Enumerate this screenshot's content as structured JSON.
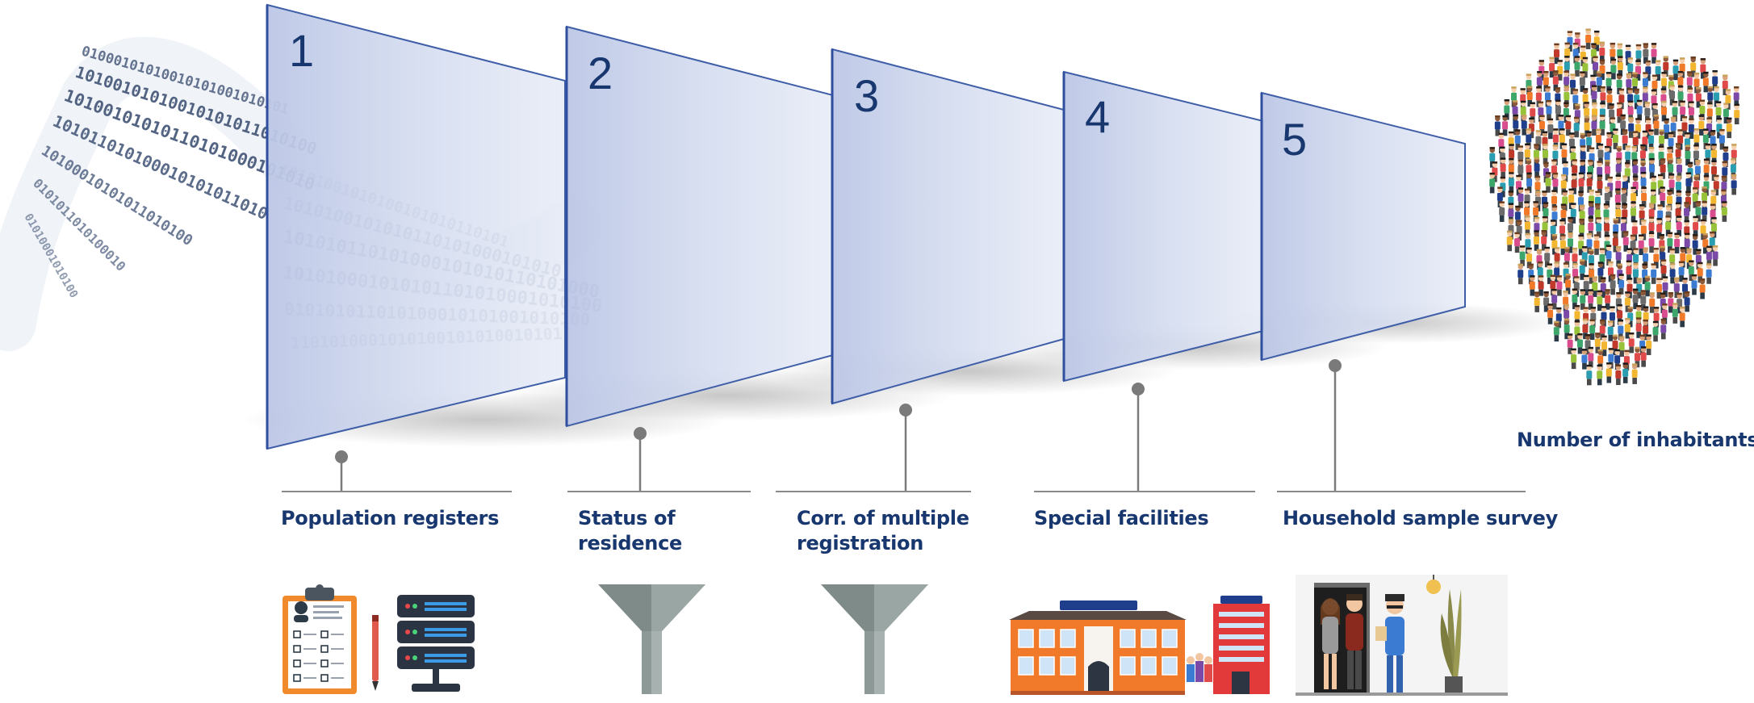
{
  "stages": [
    {
      "number": "1",
      "label_lines": [
        "Population registers"
      ]
    },
    {
      "number": "2",
      "label_lines": [
        "Status of",
        "residence"
      ]
    },
    {
      "number": "3",
      "label_lines": [
        "Corr. of multiple",
        "registration"
      ]
    },
    {
      "number": "4",
      "label_lines": [
        "Special facilities"
      ]
    },
    {
      "number": "5",
      "label_lines": [
        "Household sample survey"
      ]
    }
  ],
  "result": {
    "label": "Number of inhabitants"
  },
  "binary_stream": "01000101010010101001010101101010001010101101",
  "colors": {
    "panel_fill": "#c9d3ea",
    "panel_edge": "#3f5ea8",
    "label_text": "#17376e",
    "connector": "#7a7a7a",
    "funnel": "#8e9a98"
  }
}
